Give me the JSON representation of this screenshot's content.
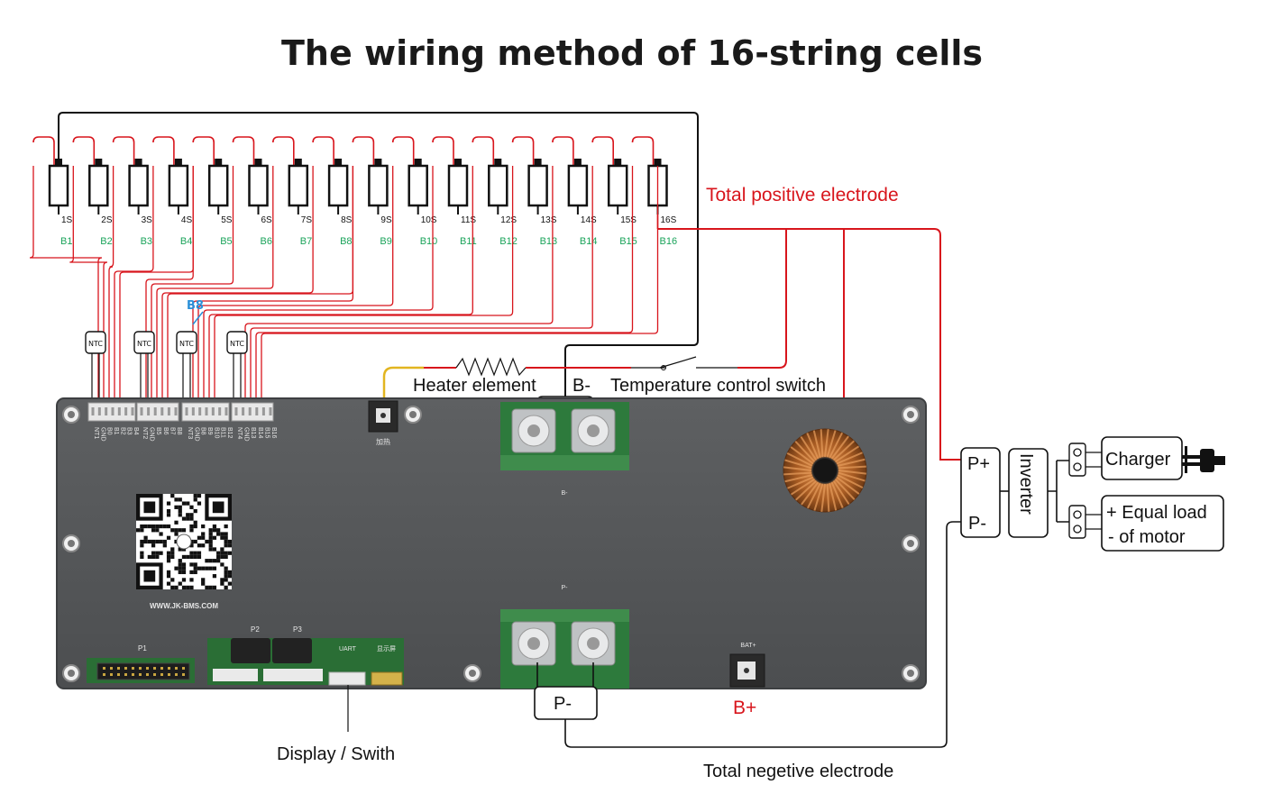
{
  "title": "The wiring method of 16-string cells",
  "labels": {
    "total_positive": "Total positive electrode",
    "heater": "Heater element",
    "b_minus": "B-",
    "temp_switch": "Temperature control switch",
    "p_plus": "P+",
    "p_minus_right": "P-",
    "inverter": "Inverter",
    "charger": "Charger",
    "equal_load_1": "+ Equal load",
    "equal_load_2": "- of motor",
    "p_minus_bottom": "P-",
    "b_plus": "B+",
    "display": "Display / Swith",
    "total_negative": "Total negetive electrode",
    "b8_marker": "B8",
    "website": "WWW.JK-BMS.COM",
    "heat_cn": "加热",
    "bat_plus": "BAT+",
    "board_bminus": "B-",
    "board_pminus": "P-",
    "p1": "P1",
    "p2": "P2",
    "p3": "P3",
    "uart": "UART",
    "display_cn": "显示屏"
  },
  "cells": [
    {
      "s": "1S",
      "b": "B1"
    },
    {
      "s": "2S",
      "b": "B2"
    },
    {
      "s": "3S",
      "b": "B3"
    },
    {
      "s": "4S",
      "b": "B4"
    },
    {
      "s": "5S",
      "b": "B5"
    },
    {
      "s": "6S",
      "b": "B6"
    },
    {
      "s": "7S",
      "b": "B7"
    },
    {
      "s": "8S",
      "b": "B8"
    },
    {
      "s": "9S",
      "b": "B9"
    },
    {
      "s": "10S",
      "b": "B10"
    },
    {
      "s": "11S",
      "b": "B11"
    },
    {
      "s": "12S",
      "b": "B12"
    },
    {
      "s": "13S",
      "b": "B13"
    },
    {
      "s": "14S",
      "b": "B14"
    },
    {
      "s": "15S",
      "b": "B15"
    },
    {
      "s": "16S",
      "b": "B16"
    }
  ],
  "ntc_label": "NTC",
  "ntc_count": 4,
  "connectors": [
    {
      "pins": [
        "NT1",
        "GND",
        "B0",
        "B1",
        "B2",
        "B3",
        "B4"
      ]
    },
    {
      "pins": [
        "NT2",
        "GND",
        "B5",
        "B6",
        "B7",
        "B8"
      ]
    },
    {
      "pins": [
        "NT3",
        "GND",
        "B8",
        "B9",
        "B10",
        "B11",
        "B12"
      ]
    },
    {
      "pins": [
        "NT4",
        "GND",
        "B13",
        "B14",
        "B15",
        "B16"
      ]
    }
  ],
  "colors": {
    "red_wire": "#d8151c",
    "black_wire": "#111111",
    "green_label": "#1aa35a",
    "blue_label": "#2a8fd8",
    "board": "#555759",
    "board_edge": "#3d3f41",
    "copper": "#b5652a"
  }
}
